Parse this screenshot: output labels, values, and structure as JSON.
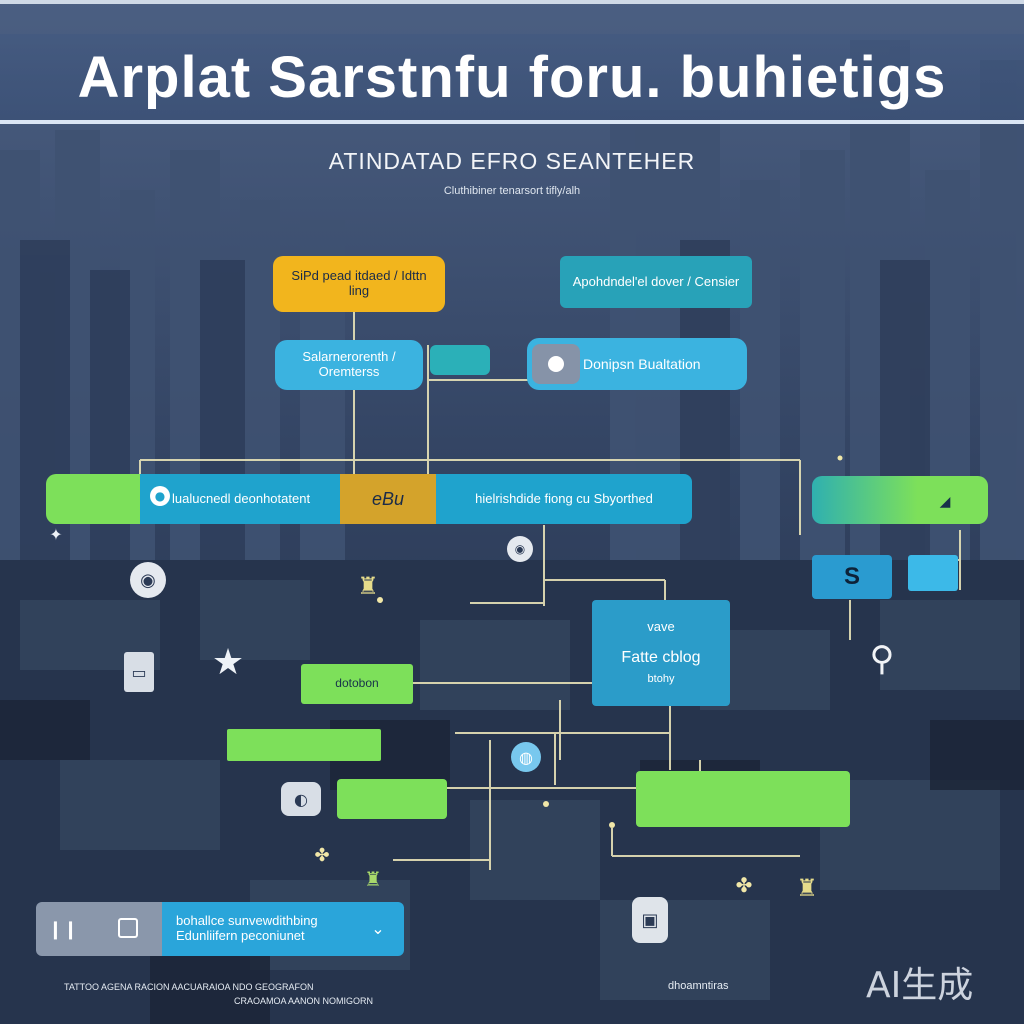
{
  "header": {
    "title": "Arplat Sarstnfu foru. buhietigs",
    "subtitle": "ATINDATAD EFRO SEANTEHER",
    "tagline": "Cluthibiner tenarsort tifly/alh"
  },
  "nodes": {
    "top_left": "SiPd pead itdaed / Idttn ling",
    "top_right": "Apohdndel'el dover / Censier",
    "sub_left": "Salarnerorenth / Oremterss",
    "sub_right": "Donipsn Bualtation",
    "main_left": "lualucnedl deonhotatent",
    "main_mid": "eBu",
    "main_right": "hielrishdide fiong cu Sbyorthed",
    "side_card_line1": "vave",
    "side_card_line2": "Fatte cblog",
    "side_card_line3": "btohy",
    "green_small": "dotobon",
    "bottom_panel_line1": "bohallce sunvewdithbing",
    "bottom_panel_line2": "Edunliifern peconiunet"
  },
  "footnotes": {
    "bottom_left": "TATTOO AGENA RACION AACUARAIOA NDO GEOGRAFON",
    "bottom_left2": "CRAOAMOA AANON NOMIGORN",
    "bottom_mid": "dhoamntiras"
  },
  "watermark": "AI生成",
  "colors": {
    "yellow": "#f2b51d",
    "cyan": "#1fa3cd",
    "green": "#7de05a",
    "background": "#2b3a55"
  }
}
